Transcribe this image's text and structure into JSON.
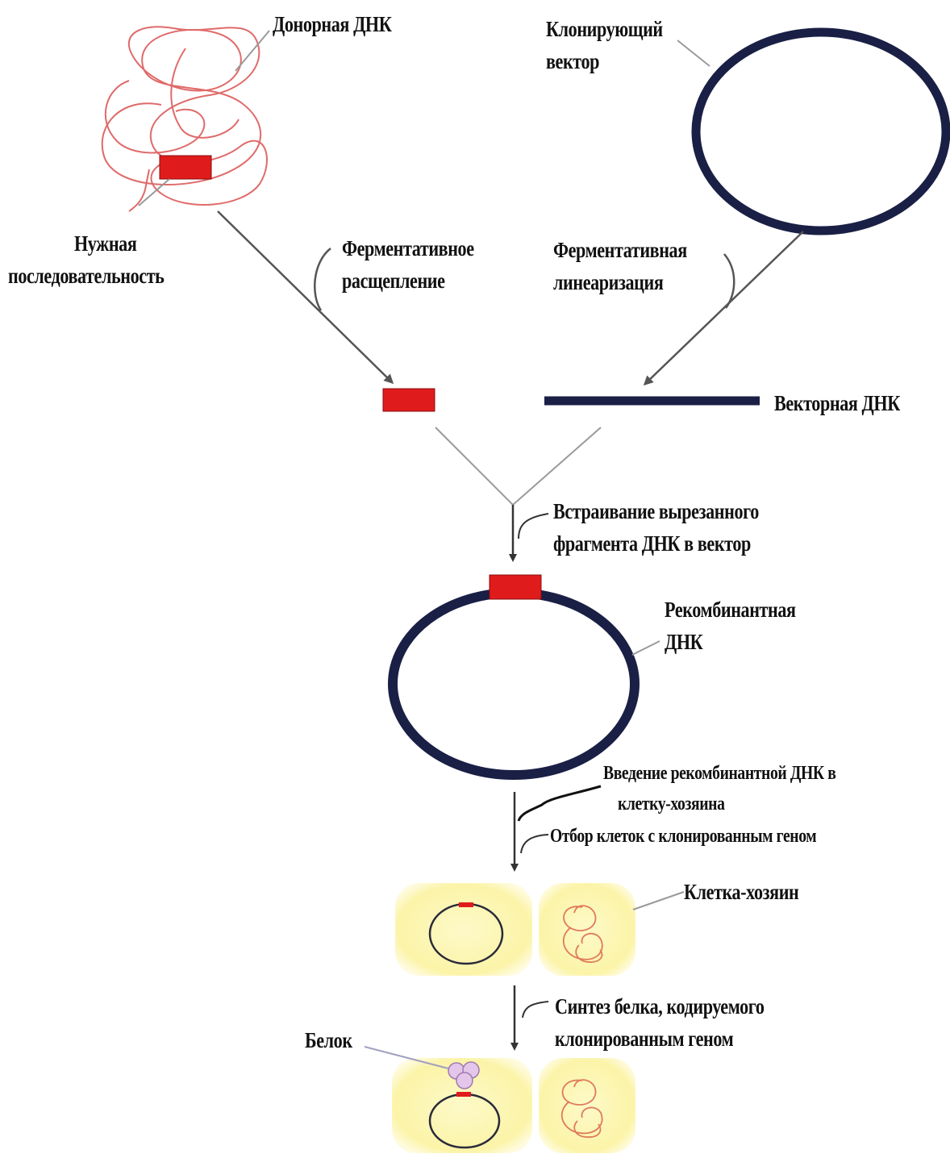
{
  "labels": {
    "donor_dna": "Донорная ДНК",
    "cloning_vector_line1": "Клонирующий",
    "cloning_vector_line2": "вектор",
    "target_seq_line1": "Нужная",
    "target_seq_line2": "последовательность",
    "enzymatic_cleavage_line1": "Ферментативное",
    "enzymatic_cleavage_line2": "расщепление",
    "enzymatic_linearization_line1": "Ферментативная",
    "enzymatic_linearization_line2": "линеаризация",
    "vector_dna": "Векторная ДНК",
    "insertion_line1": "Встраивание вырезанного",
    "insertion_line2": "фрагмента ДНК в вектор",
    "recombinant_dna_line1": "Рекомбинантная",
    "recombinant_dna_line2": "ДНК",
    "introduction_line1": "Введение рекомбинантной ДНК в",
    "introduction_line2": "клетку-хозяина",
    "selection": "Отбор клеток с клонированным геном",
    "host_cell": "Клетка-хозяин",
    "protein_synthesis_line1": "Синтез белка, кодируемого",
    "protein_synthesis_line2": "клонированным геном",
    "protein": "Белок"
  },
  "colors": {
    "donor_dna": "#e06a6a",
    "gene_fragment": "#e01b1b",
    "vector": "#1a1f45",
    "leader_line": "#9a9a9a",
    "arrow": "#555555",
    "cell_fill": "#fbf6b6",
    "protein": "#cfa6d6",
    "text": "#111111"
  }
}
